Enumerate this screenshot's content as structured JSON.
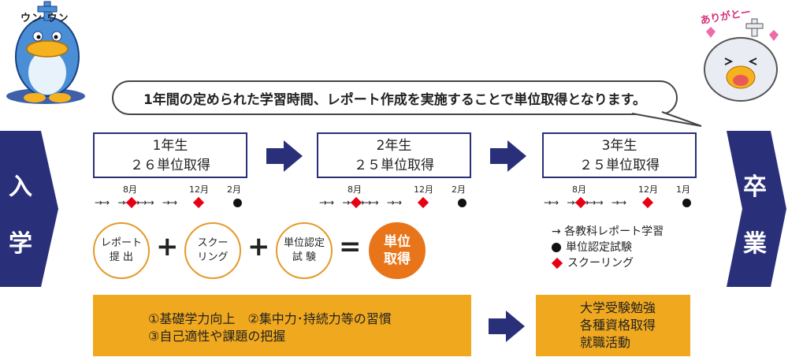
{
  "mascot_left": {
    "speech": "ウン ウン"
  },
  "mascot_right": {
    "speech": "ありがとー"
  },
  "bubble": {
    "text": "1年間の定められた学習時間、レポート作成を実施することで単位取得となります。"
  },
  "side_left": {
    "chars": [
      "入",
      "学"
    ]
  },
  "side_right": {
    "chars": [
      "卒",
      "業"
    ]
  },
  "years": [
    {
      "grade": "1年生",
      "credits": "２６単位取得",
      "timeline": {
        "months": [
          "8月",
          "12月",
          "2月"
        ]
      }
    },
    {
      "grade": "2年生",
      "credits": "２５単位取得",
      "timeline": {
        "months": [
          "8月",
          "12月",
          "2月"
        ]
      }
    },
    {
      "grade": "3年生",
      "credits": "２５単位取得",
      "timeline": {
        "months": [
          "8月",
          "12月",
          "1月"
        ]
      }
    }
  ],
  "formula": {
    "item1": {
      "line1": "レポート",
      "line2": "提 出"
    },
    "item2": {
      "line1": "スクー",
      "line2": "リング"
    },
    "item3": {
      "line1": "単位認定",
      "line2": "試 験"
    },
    "plus": "+",
    "equals": "=",
    "result": {
      "line1": "単位",
      "line2": "取得"
    }
  },
  "legend": {
    "arrow": "→ 各教科レポート学習",
    "dot": "単位認定試験",
    "diamond": "スクーリング"
  },
  "benefits": {
    "line1": "①基礎学力向上　②集中力･持続力等の習慣",
    "line2": "③自己適性や課題の把握"
  },
  "outcomes": {
    "lines": [
      "大学受験勉強",
      "各種資格取得",
      "就職活動"
    ]
  },
  "colors": {
    "navy": "#2a2f7a",
    "orange": "#e8751a",
    "gold": "#f0a81e",
    "red": "#e60012"
  }
}
